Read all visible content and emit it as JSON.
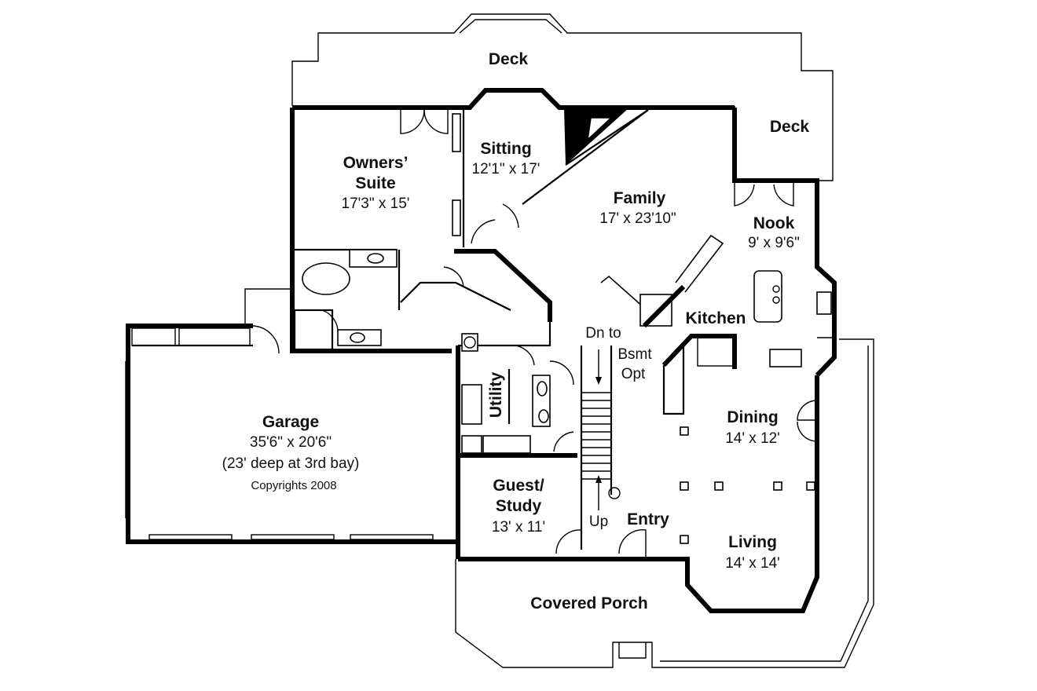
{
  "rooms": {
    "deck_top": "Deck",
    "deck_right": "Deck",
    "owners_suite": {
      "name_line1": "Owners’",
      "name_line2": "Suite",
      "size": "17'3\" x 15'"
    },
    "sitting": {
      "name": "Sitting",
      "size": "12'1\" x 17'"
    },
    "family": {
      "name": "Family",
      "size": "17' x 23'10\""
    },
    "nook": {
      "name": "Nook",
      "size": "9' x 9'6\""
    },
    "kitchen": {
      "name": "Kitchen"
    },
    "stairs_down": {
      "line1": "Dn to",
      "line2": "Bsmt",
      "line3": "Opt"
    },
    "stairs_up": "Up",
    "utility": "Utility",
    "garage": {
      "name": "Garage",
      "size": "35'6\" x 20'6\"",
      "note": "(23' deep at 3rd bay)",
      "copyright": "Copyrights 2008"
    },
    "dining": {
      "name": "Dining",
      "size": "14' x 12'"
    },
    "guest_study": {
      "name_line1": "Guest/",
      "name_line2": "Study",
      "size": "13' x 11'"
    },
    "entry": "Entry",
    "living": {
      "name": "Living",
      "size": "14' x 14'"
    },
    "covered_porch": "Covered Porch"
  }
}
